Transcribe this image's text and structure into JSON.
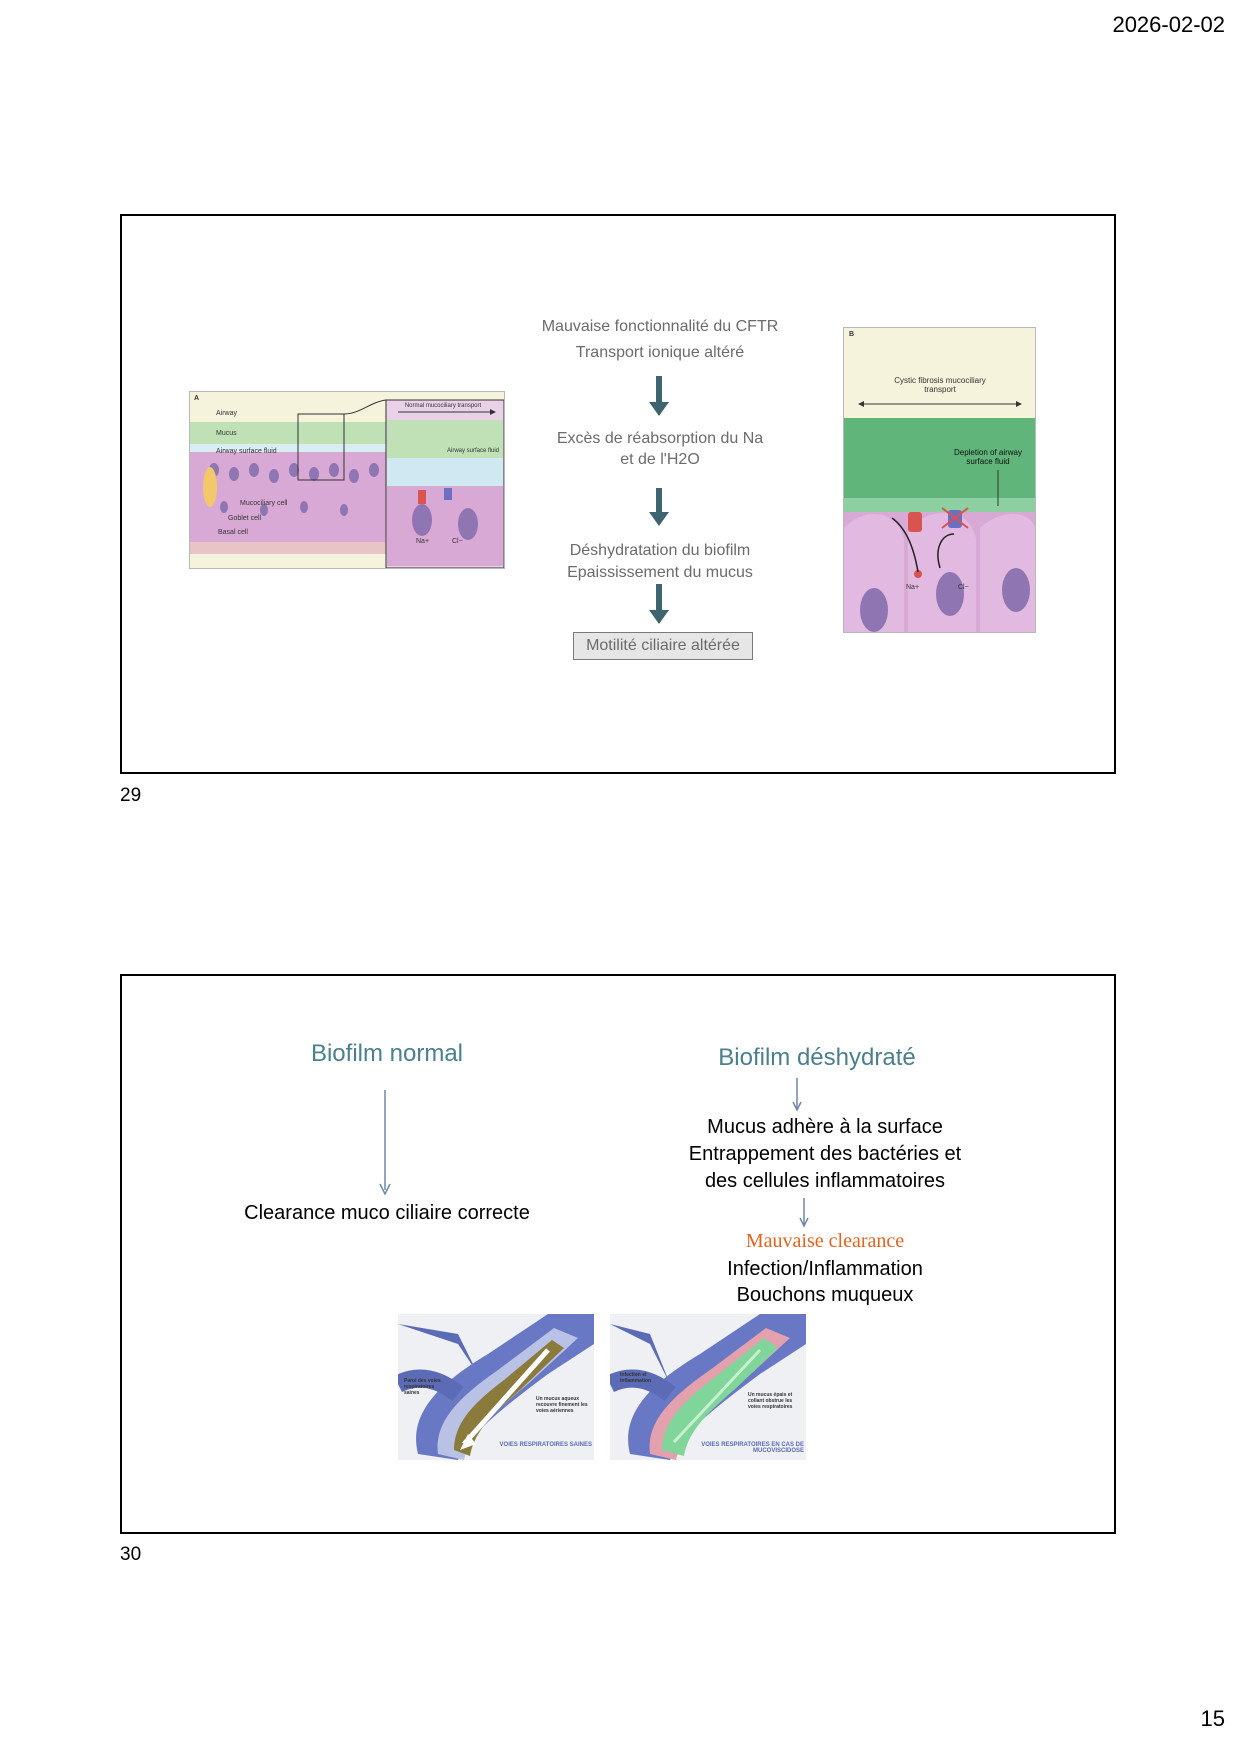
{
  "header": {
    "date": "2026-02-02"
  },
  "page_number": "15",
  "slide29": {
    "number": "29",
    "flow": {
      "step1_line1": "Mauvaise fonctionnalité du CFTR",
      "step1_line2": "Transport ionique altéré",
      "step2_line1": "Excès de réabsorption du Na",
      "step2_line2": "et de l'H2O",
      "step3_line1": "Déshydratation du biofilm",
      "step3_line2": "Epaississement du mucus",
      "step4": "Motilité ciliaire altérée"
    },
    "figure_a": {
      "panel_letter": "A",
      "labels": [
        "Airway",
        "Mucus",
        "Airway surface fluid",
        "Mucociliary cell",
        "Goblet cell",
        "Basal cell"
      ],
      "inset_title": "Normal mucociliary transport",
      "inset_label": "Airway surface fluid",
      "ion_na": "Na+",
      "ion_cl": "Cl−"
    },
    "figure_b": {
      "panel_letter": "B",
      "top_label": "Cystic fibrosis mucociliary transport",
      "side_label": "Depletion of airway surface fluid",
      "ion_na": "Na+",
      "ion_cl": "Cl−"
    }
  },
  "slide30": {
    "number": "30",
    "left": {
      "title": "Biofilm normal",
      "result": "Clearance muco ciliaire correcte"
    },
    "right": {
      "title": "Biofilm déshydraté",
      "line1": "Mucus adhère à la surface",
      "line2": "Entrappement des bactéries et",
      "line3": "des cellules inflammatoires",
      "orange": "Mauvaise clearance",
      "line4": "Infection/Inflammation",
      "line5": "Bouchons muqueux"
    },
    "img_left": {
      "label1": "Paroi des voies respiratoires saines",
      "label2": "Un mucus aqueux recouvre finement les voies aériennes",
      "caption": "VOIES RESPIRATOIRES SAINES"
    },
    "img_right": {
      "label1": "Infection et inflammation",
      "label2": "Un mucus épais et collant obstrue les voies respiratoires",
      "caption": "VOIES RESPIRATOIRES EN CAS DE MUCOVISCIDOSE"
    }
  }
}
